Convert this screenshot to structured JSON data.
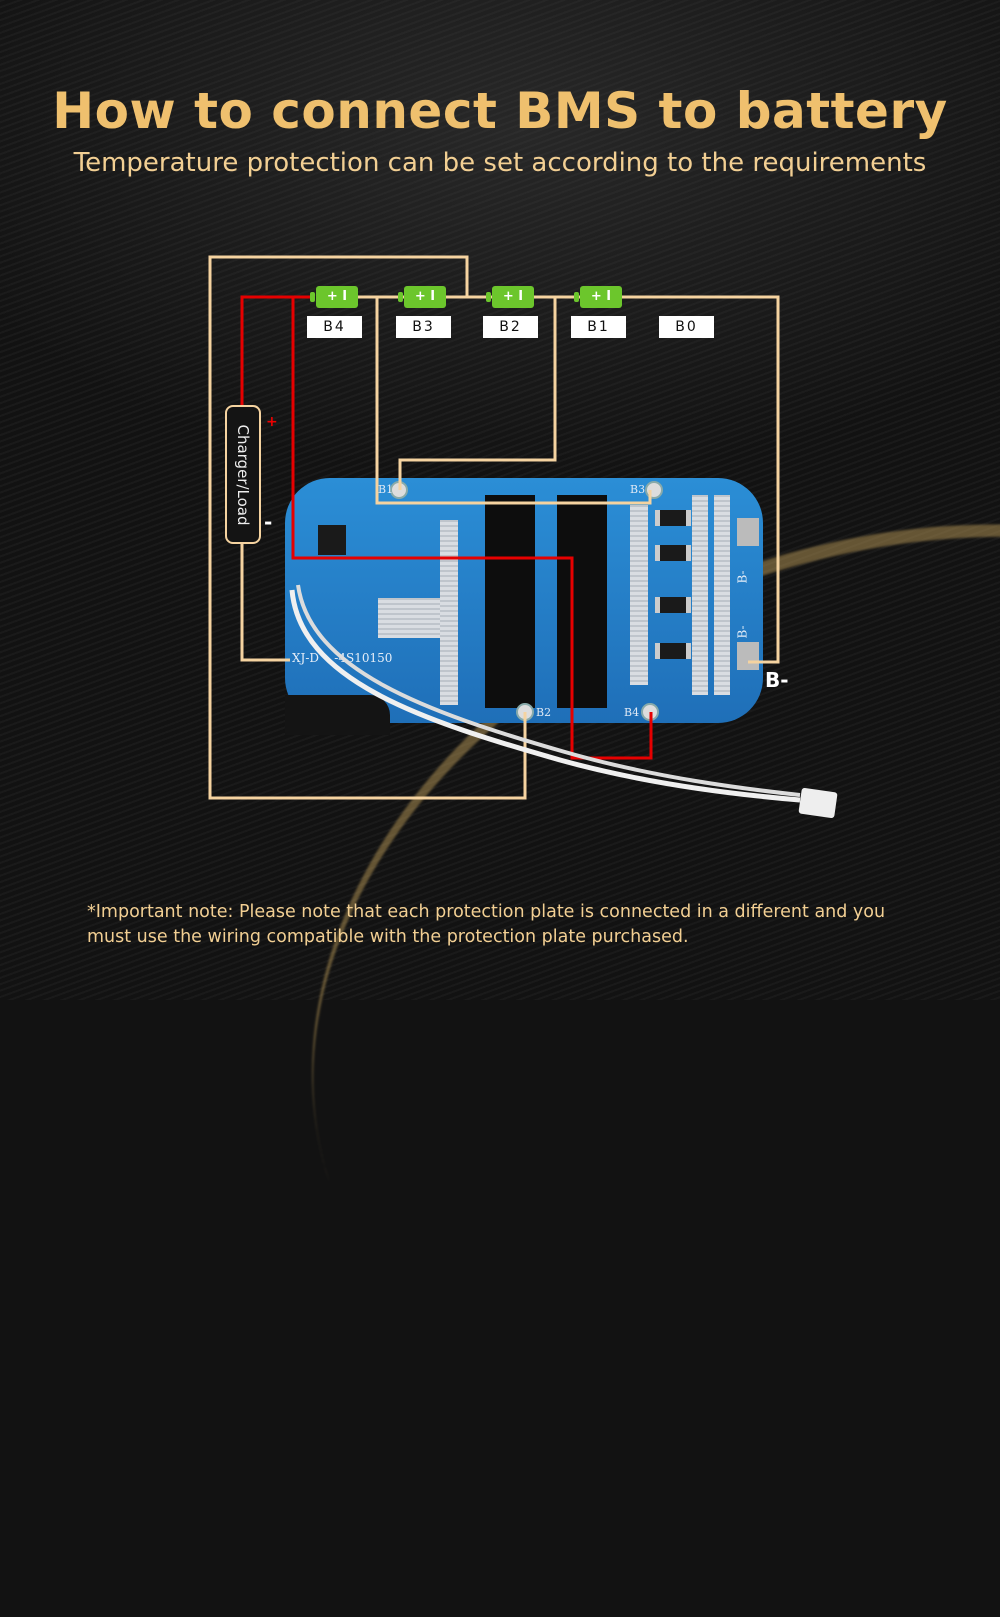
{
  "header": {
    "title": "How to connect BMS to battery",
    "subtitle": "Temperature protection can be set according to the requirements"
  },
  "diagram": {
    "cells": [
      {
        "terminals": "+ I"
      },
      {
        "terminals": "+ I"
      },
      {
        "terminals": "+ I"
      },
      {
        "terminals": "+ I"
      }
    ],
    "tap_labels": [
      "B4",
      "B3",
      "B2",
      "B1",
      "B0"
    ],
    "charger_load_label": "Charger/Load",
    "plus_sign": "+",
    "minus_sign": "-",
    "b_minus_label": "B-",
    "board": {
      "model": "XJ-D    -4S10150",
      "pins": [
        "B1",
        "B2",
        "B3",
        "B4"
      ],
      "silkscreen_b_minus": [
        "B-",
        "B-"
      ]
    },
    "colors": {
      "title": "#efc06e",
      "text": "#f2cf93",
      "wire_balance": "#f5d3a0",
      "wire_positive": "#e60000",
      "cell": "#6cc62c",
      "pcb": "#2b8ed6"
    }
  },
  "footer": {
    "note": "*Important note: Please note that each protection plate is connected in a different and you must use the wiring compatible with the protection plate purchased."
  }
}
